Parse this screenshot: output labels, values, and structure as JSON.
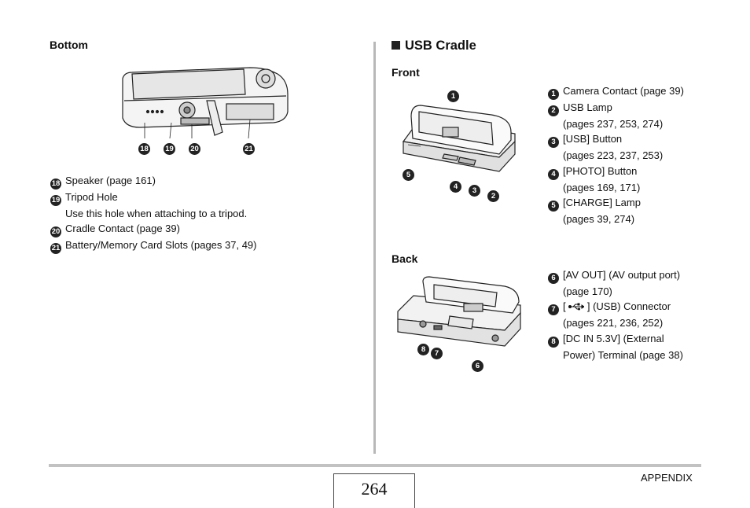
{
  "left": {
    "heading": "Bottom",
    "callouts": [
      "18",
      "19",
      "20",
      "21"
    ],
    "items": [
      {
        "num": "18",
        "text": "Speaker (page 161)"
      },
      {
        "num": "19",
        "text": "Tripod Hole",
        "sub": "Use this hole when attaching to a tripod."
      },
      {
        "num": "20",
        "text": "Cradle Contact (page 39)"
      },
      {
        "num": "21",
        "text": "Battery/Memory Card Slots (pages 37, 49)"
      }
    ]
  },
  "right": {
    "title": "USB Cradle",
    "front": {
      "heading": "Front",
      "items": [
        {
          "num": "1",
          "lines": [
            "Camera Contact (page 39)"
          ]
        },
        {
          "num": "2",
          "lines": [
            "USB Lamp",
            "(pages 237, 253, 274)"
          ]
        },
        {
          "num": "3",
          "lines": [
            "[USB] Button",
            "(pages 223, 237, 253)"
          ]
        },
        {
          "num": "4",
          "lines": [
            "[PHOTO] Button",
            "(pages 169, 171)"
          ]
        },
        {
          "num": "5",
          "lines": [
            "[CHARGE] Lamp",
            "(pages 39, 274)"
          ]
        }
      ]
    },
    "back": {
      "heading": "Back",
      "items": [
        {
          "num": "6",
          "lines": [
            "[AV OUT] (AV output port)",
            "(page 170)"
          ]
        },
        {
          "num": "7",
          "lines": [
            "[ ",
            " ] (USB) Connector",
            "(pages 221, 236, 252)"
          ]
        },
        {
          "num": "8",
          "lines": [
            "[DC IN 5.3V] (External",
            "Power) Terminal (page 38)"
          ]
        }
      ]
    }
  },
  "footer": {
    "page_number": "264",
    "section_label": "APPENDIX"
  },
  "icons": {
    "title_marker": "black-square-icon",
    "usb": "usb-symbol-icon"
  }
}
